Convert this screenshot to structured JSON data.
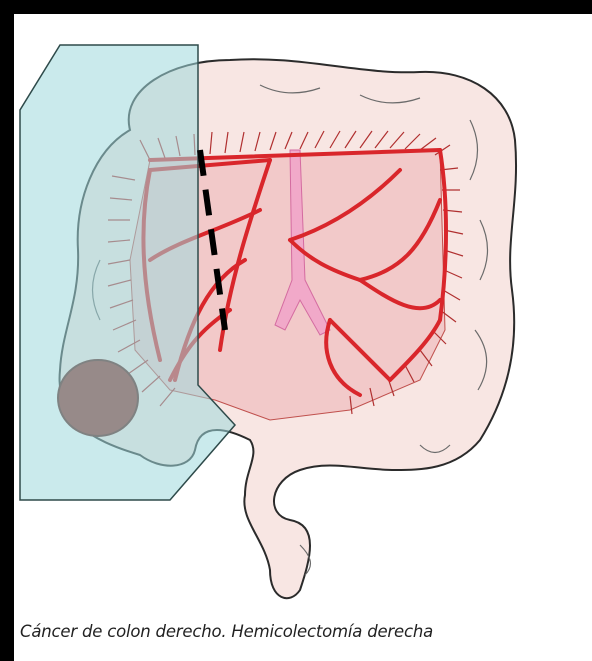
{
  "caption": "Cáncer de colon derecho. Hemicolectomía derecha",
  "colors": {
    "background": "#000000",
    "paper": "#ffffff",
    "colon_fill": "#f8e6e3",
    "colon_outline": "#2b2b2b",
    "mesentery": "#f2c9c9",
    "vessel": "#d9262b",
    "aorta": "#f1a9c9",
    "resection_overlay": "#9fd8dc",
    "tumor": "#8e2a24",
    "cut_line": "#000000"
  },
  "icons": [
    "colon",
    "tumor",
    "resection-zone",
    "cut-line",
    "mesenteric-vessels"
  ]
}
